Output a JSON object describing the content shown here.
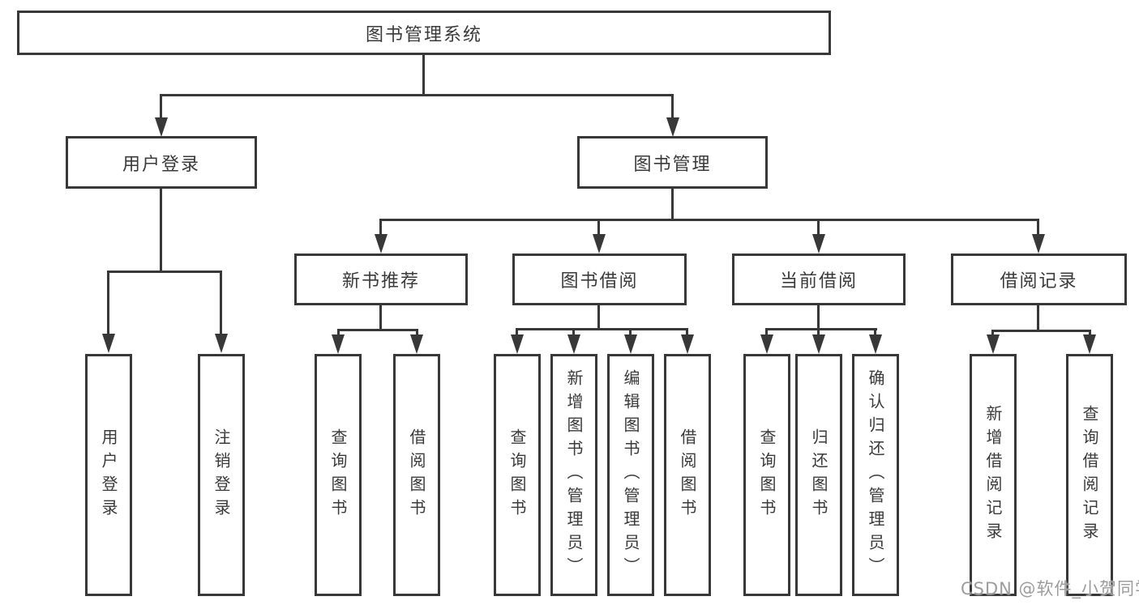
{
  "tree": {
    "root": {
      "label": "图书管理系统"
    },
    "branches": [
      {
        "label": "用户登录",
        "children": [
          {
            "label": "用户登录"
          },
          {
            "label": "注销登录"
          }
        ]
      },
      {
        "label": "图书管理",
        "children": [
          {
            "label": "新书推荐",
            "children": [
              {
                "label": "查询图书"
              },
              {
                "label": "借阅图书"
              }
            ]
          },
          {
            "label": "图书借阅",
            "children": [
              {
                "label": "查询图书"
              },
              {
                "label": "新增图书（管理员）"
              },
              {
                "label": "编辑图书（管理员）"
              },
              {
                "label": "借阅图书"
              }
            ]
          },
          {
            "label": "当前借阅",
            "children": [
              {
                "label": "查询图书"
              },
              {
                "label": "归还图书"
              },
              {
                "label": "确认归还（管理员）"
              }
            ]
          },
          {
            "label": "借阅记录",
            "children": [
              {
                "label": "新增借阅记录"
              },
              {
                "label": "查询借阅记录"
              }
            ]
          }
        ]
      }
    ]
  },
  "watermark": {
    "text": "CSDN @软件_小贺同学"
  },
  "colors": {
    "line": "#383838",
    "text": "#3a3a3a",
    "background": "#ffffff",
    "watermark": "#9c9c9c"
  }
}
